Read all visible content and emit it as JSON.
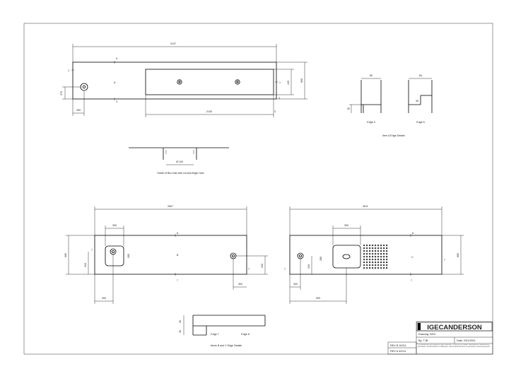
{
  "dims": {
    "top_overall": "3137",
    "top_inner_length": "2100",
    "top_left_offset": "300",
    "top_left_height": "270",
    "top_depth": "600",
    "top_inner_height": "415",
    "top_small_a": "1",
    "top_small_b": "1",
    "top_small_c": "5",
    "top_small_d": "3",
    "top_small_e": "3",
    "top_small_f": "3",
    "edge5_w": "60",
    "edge5_h": "30",
    "edge6_w": "84",
    "edge6_h": "35",
    "detail_hole": "Ø 100",
    "b_overall": "2607",
    "b_sink_w": "300",
    "b_sink_h": "265",
    "b_depth": "600",
    "b_left_height": "310",
    "b_bottom_left": "300",
    "b_hole_offset": "300",
    "b_right_height": "310",
    "b_small_1": "7",
    "b_small_2": "8",
    "b_small_3": "7",
    "b_small_4": "7",
    "c_overall": "2611",
    "c_sink_w": "300",
    "c_depth": "600",
    "c_left_height": "310",
    "c_bottom_left": "300",
    "c_bottom_span": "993",
    "c_sink_h": "280",
    "c_small_1": "8",
    "c_small_2": "7",
    "c_small_3": "7",
    "c_small_4": "7",
    "edge78_a": "30",
    "edge78_b": "30"
  },
  "labels": {
    "item_a": "A",
    "item_b": "B",
    "item_c": "C",
    "edge5": "Edge 5",
    "edge6": "Edge 6",
    "itemA_edge": "Item A  Edge Details",
    "detail_caption": "Detail of Bio-Hole with Lid and finger hole.",
    "edge7": "Edge 7",
    "edge8": "Edge 8",
    "itemsBC_edge": "Items B and C  Edge Details"
  },
  "titleblock": {
    "logo": "IGECANDERSON",
    "drawing": "Drawing: 9201",
    "by": "By: TJB",
    "date": "Date: 29/1/2011",
    "rev_b": "REV B   9/2/11",
    "rev_a": "REV A   4/2/11",
    "notes": "This drawing is the property of Igec Anderson. It may not be copied, reproduced or used without permission. All dimensions in millimetres. Check all dimensions on site before commencing work."
  }
}
